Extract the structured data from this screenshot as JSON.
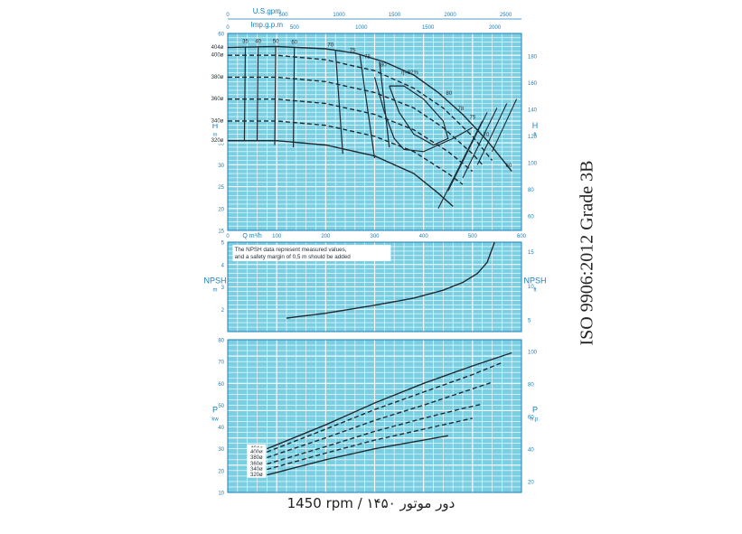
{
  "chart_data": [
    {
      "type": "line",
      "panel": "head",
      "x_unit": "Q m³/h",
      "xlim": [
        0,
        600
      ],
      "ylim": [
        15,
        60
      ],
      "ylabel": "H",
      "yunit": "m",
      "y2label": "H",
      "y2unit": "ft",
      "y_ticks": [
        15,
        20,
        25,
        30,
        35,
        40,
        45,
        50,
        55,
        60
      ],
      "y2_ticks": [
        60,
        80,
        100,
        120,
        140,
        160,
        180
      ],
      "top_axis_1": {
        "label": "U.S.gpm",
        "ticks": [
          0,
          500,
          1000,
          1500,
          2000,
          2500
        ]
      },
      "top_axis_2": {
        "label": "Imp.g.p.m",
        "ticks": [
          0,
          500,
          1000,
          1500,
          2000
        ]
      },
      "series": [
        {
          "name": "404ø",
          "style": "solid",
          "x": [
            0,
            100,
            200,
            260,
            320,
            380,
            430,
            480,
            530,
            580
          ],
          "y": [
            56.8,
            57,
            56.5,
            55.5,
            53.5,
            50.5,
            46.5,
            41.5,
            35.5,
            28.5
          ]
        },
        {
          "name": "400ø",
          "style": "dashed",
          "x": [
            0,
            100,
            200,
            300,
            380,
            440,
            500,
            540
          ],
          "y": [
            55,
            55,
            54,
            51.5,
            47.5,
            43,
            36.5,
            31
          ]
        },
        {
          "name": "380ø",
          "style": "dashed",
          "x": [
            0,
            100,
            200,
            300,
            380,
            440,
            500,
            520
          ],
          "y": [
            50,
            50,
            49,
            46.5,
            43,
            38.5,
            32.5,
            30
          ]
        },
        {
          "name": "360ø",
          "style": "dashed",
          "x": [
            0,
            100,
            200,
            300,
            380,
            450,
            500
          ],
          "y": [
            45,
            45,
            44,
            41.5,
            38,
            33,
            28.5
          ]
        },
        {
          "name": "340ø",
          "style": "dashed",
          "x": [
            0,
            100,
            200,
            300,
            380,
            450,
            480
          ],
          "y": [
            40,
            40,
            39,
            36.5,
            33,
            28,
            25.5
          ]
        },
        {
          "name": "320ø",
          "style": "solid",
          "x": [
            0,
            100,
            200,
            300,
            380,
            430,
            460
          ],
          "y": [
            35.5,
            35.5,
            34.5,
            32,
            28,
            23.5,
            20.5
          ]
        }
      ],
      "efficiency_labels": [
        "35",
        "40",
        "50",
        "60",
        "70",
        "75",
        "78",
        "80",
        "η=82%",
        "80",
        "78",
        "75",
        "70",
        "60"
      ],
      "size_labels": [
        "404ø",
        "400ø",
        "380ø",
        "360ø",
        "340ø",
        "320ø"
      ]
    },
    {
      "type": "line",
      "panel": "npsh",
      "xlim": [
        0,
        600
      ],
      "ylim": [
        1,
        5
      ],
      "ylabel": "NPSH",
      "yunit": "m",
      "y2label": "NPSH",
      "y2unit": "ft",
      "y_ticks": [
        2,
        3,
        4,
        5
      ],
      "y2_ticks": [
        5,
        10,
        15
      ],
      "note_line1": "The NPSH data represent measured values,",
      "note_line2": "and a safety margin of 0,5 m should be added",
      "series": [
        {
          "style": "solid",
          "x": [
            120,
            200,
            300,
            380,
            440,
            480,
            510,
            530,
            545
          ],
          "y": [
            1.6,
            1.82,
            2.18,
            2.5,
            2.85,
            3.2,
            3.6,
            4.1,
            5
          ]
        }
      ]
    },
    {
      "type": "line",
      "panel": "power",
      "xlim": [
        0,
        600
      ],
      "ylim": [
        10,
        80
      ],
      "ylabel": "P",
      "yunit": "kw",
      "y2label": "P",
      "y2unit": "h.p.",
      "y_ticks": [
        10,
        20,
        30,
        40,
        50,
        60,
        70,
        80
      ],
      "y2_ticks": [
        20,
        40,
        60,
        80,
        100
      ],
      "series": [
        {
          "name": "404ø",
          "style": "solid",
          "x": [
            80,
            200,
            300,
            400,
            500,
            580
          ],
          "y": [
            30,
            41,
            51,
            60,
            68,
            74
          ]
        },
        {
          "name": "400ø",
          "style": "dashed",
          "x": [
            80,
            200,
            300,
            400,
            500,
            560
          ],
          "y": [
            28.5,
            39,
            48,
            56,
            64,
            69.5
          ]
        },
        {
          "name": "380ø",
          "style": "dashed",
          "x": [
            80,
            200,
            300,
            400,
            480,
            540
          ],
          "y": [
            26,
            35,
            43,
            50,
            56,
            60.5
          ]
        },
        {
          "name": "360ø",
          "style": "dashed",
          "x": [
            80,
            200,
            300,
            400,
            480,
            520
          ],
          "y": [
            23,
            31,
            38,
            44,
            48.5,
            50.5
          ]
        },
        {
          "name": "340ø",
          "style": "dashed",
          "x": [
            80,
            200,
            300,
            400,
            470,
            500
          ],
          "y": [
            20.5,
            28,
            34,
            39,
            42.5,
            44
          ]
        },
        {
          "name": "320ø",
          "style": "solid",
          "x": [
            80,
            200,
            300,
            400,
            450
          ],
          "y": [
            18,
            25,
            30,
            34,
            36
          ]
        }
      ],
      "size_labels": [
        "404ø",
        "400ø",
        "380ø",
        "360ø",
        "340ø",
        "320ø"
      ]
    }
  ],
  "side_title": "ISO 9906:2012 Grade 3B",
  "footer": "1450 rpm / ۱۴۵۰ دور موتور",
  "colors": {
    "background": "#7bcfe3",
    "grid": "#ffffff",
    "curve": "#1f2a32",
    "axis_text": "#1b7fb8"
  }
}
